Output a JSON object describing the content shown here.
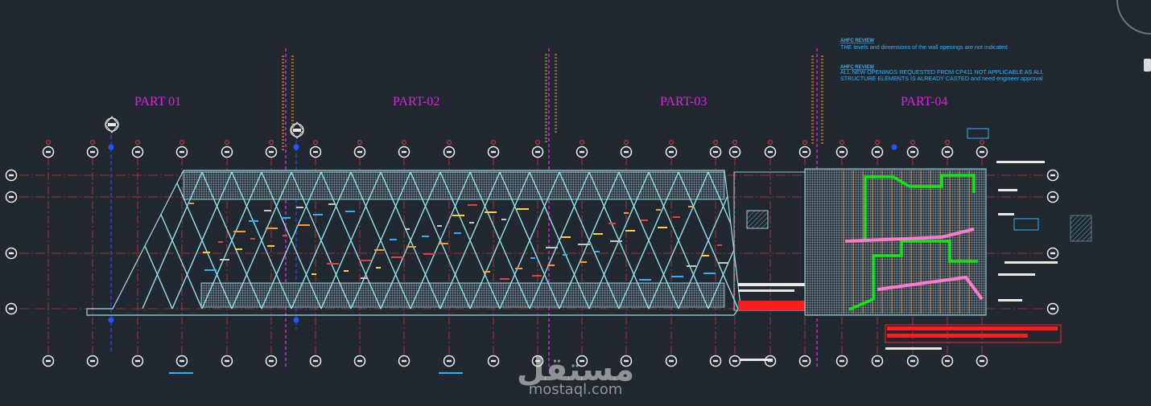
{
  "drawing": {
    "parts": [
      "PART 01",
      "PART-02",
      "PART-03",
      "PART-04"
    ],
    "notes": [
      {
        "heading": "AHFC REVIEW",
        "lines": [
          "THE levels and dimensions of the wall openings are not indicated"
        ]
      },
      {
        "heading": "AHFC REVIEW",
        "lines": [
          "ALL NEW OPENINGS REQUESTED FROM CP411 NOT APPLICABLE AS ALL",
          "STRUCTURE   ELEMENTS   IS ALREADY CASTED and need engineer approval"
        ]
      }
    ]
  },
  "watermark": {
    "arabic": "مستقل",
    "latin": "mostaql.com"
  },
  "colors": {
    "background": "#212830",
    "grid_red": "#c8323c",
    "truss_cyan": "#8fe3ec",
    "part_magenta": "#e020e0",
    "note_blue": "#2ab4ff",
    "pipe_green": "#14e614",
    "highlight_red": "#ff1e1e"
  },
  "icons": [
    "grid-bubble-icon",
    "north-arrow-icon"
  ]
}
